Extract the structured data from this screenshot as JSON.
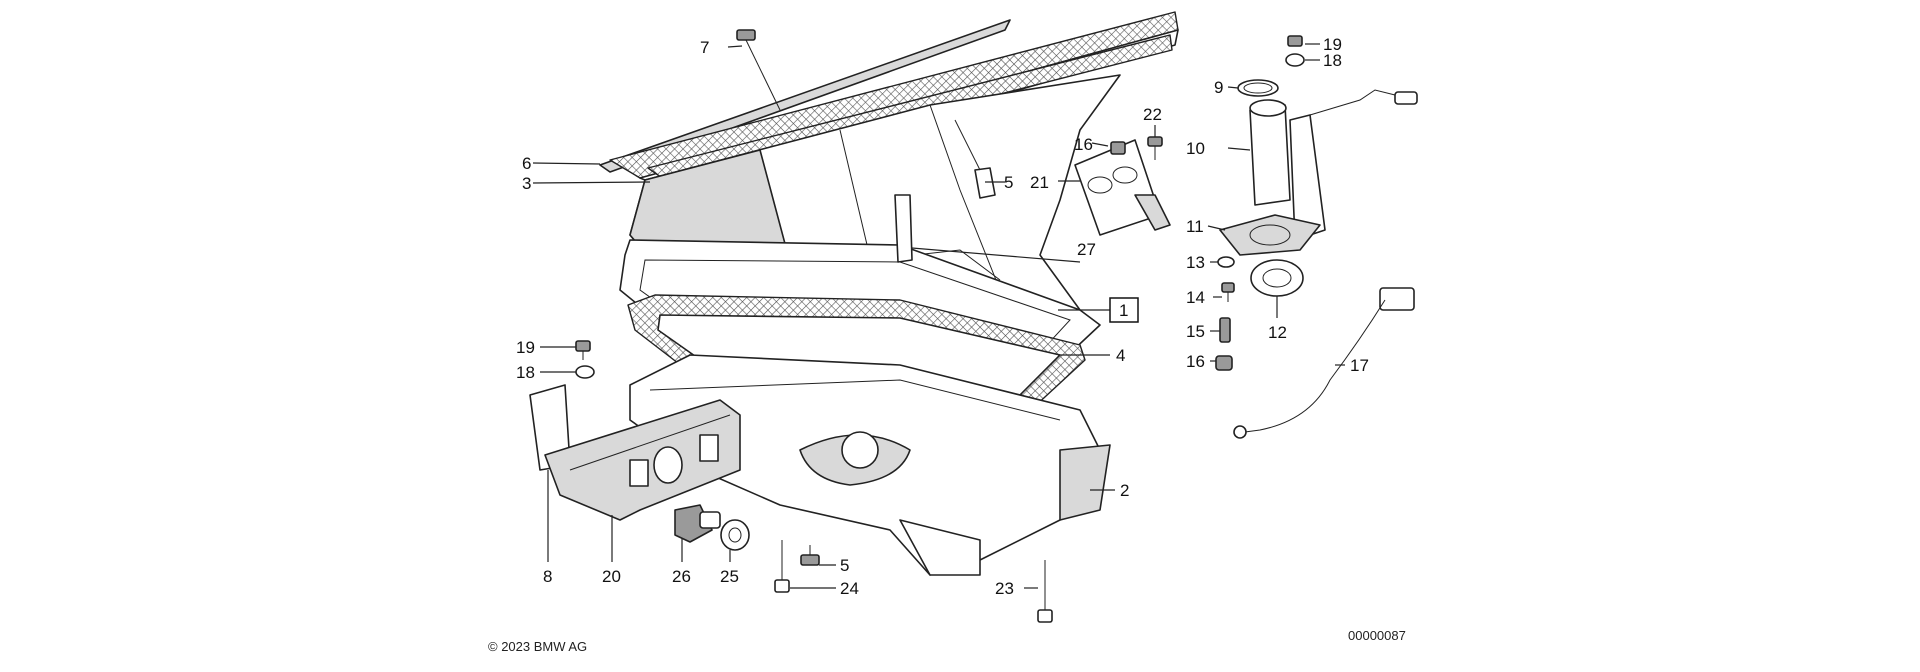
{
  "diagram": {
    "title": "Oil pan / oil level sensor parts diagram",
    "callouts": {
      "c1": "1",
      "c2": "2",
      "c3": "3",
      "c4": "4",
      "c5a": "5",
      "c5b": "5",
      "c6": "6",
      "c7": "7",
      "c8": "8",
      "c9": "9",
      "c10": "10",
      "c11": "11",
      "c12": "12",
      "c13": "13",
      "c14": "14",
      "c15": "15",
      "c16a": "16",
      "c16b": "16",
      "c17": "17",
      "c18a": "18",
      "c18b": "18",
      "c19a": "19",
      "c19b": "19",
      "c20": "20",
      "c21": "21",
      "c22": "22",
      "c23": "23",
      "c24": "24",
      "c25": "25",
      "c26": "26",
      "c27": "27"
    },
    "copyright": "© 2023 BMW AG",
    "diagram_id": "00000087"
  }
}
